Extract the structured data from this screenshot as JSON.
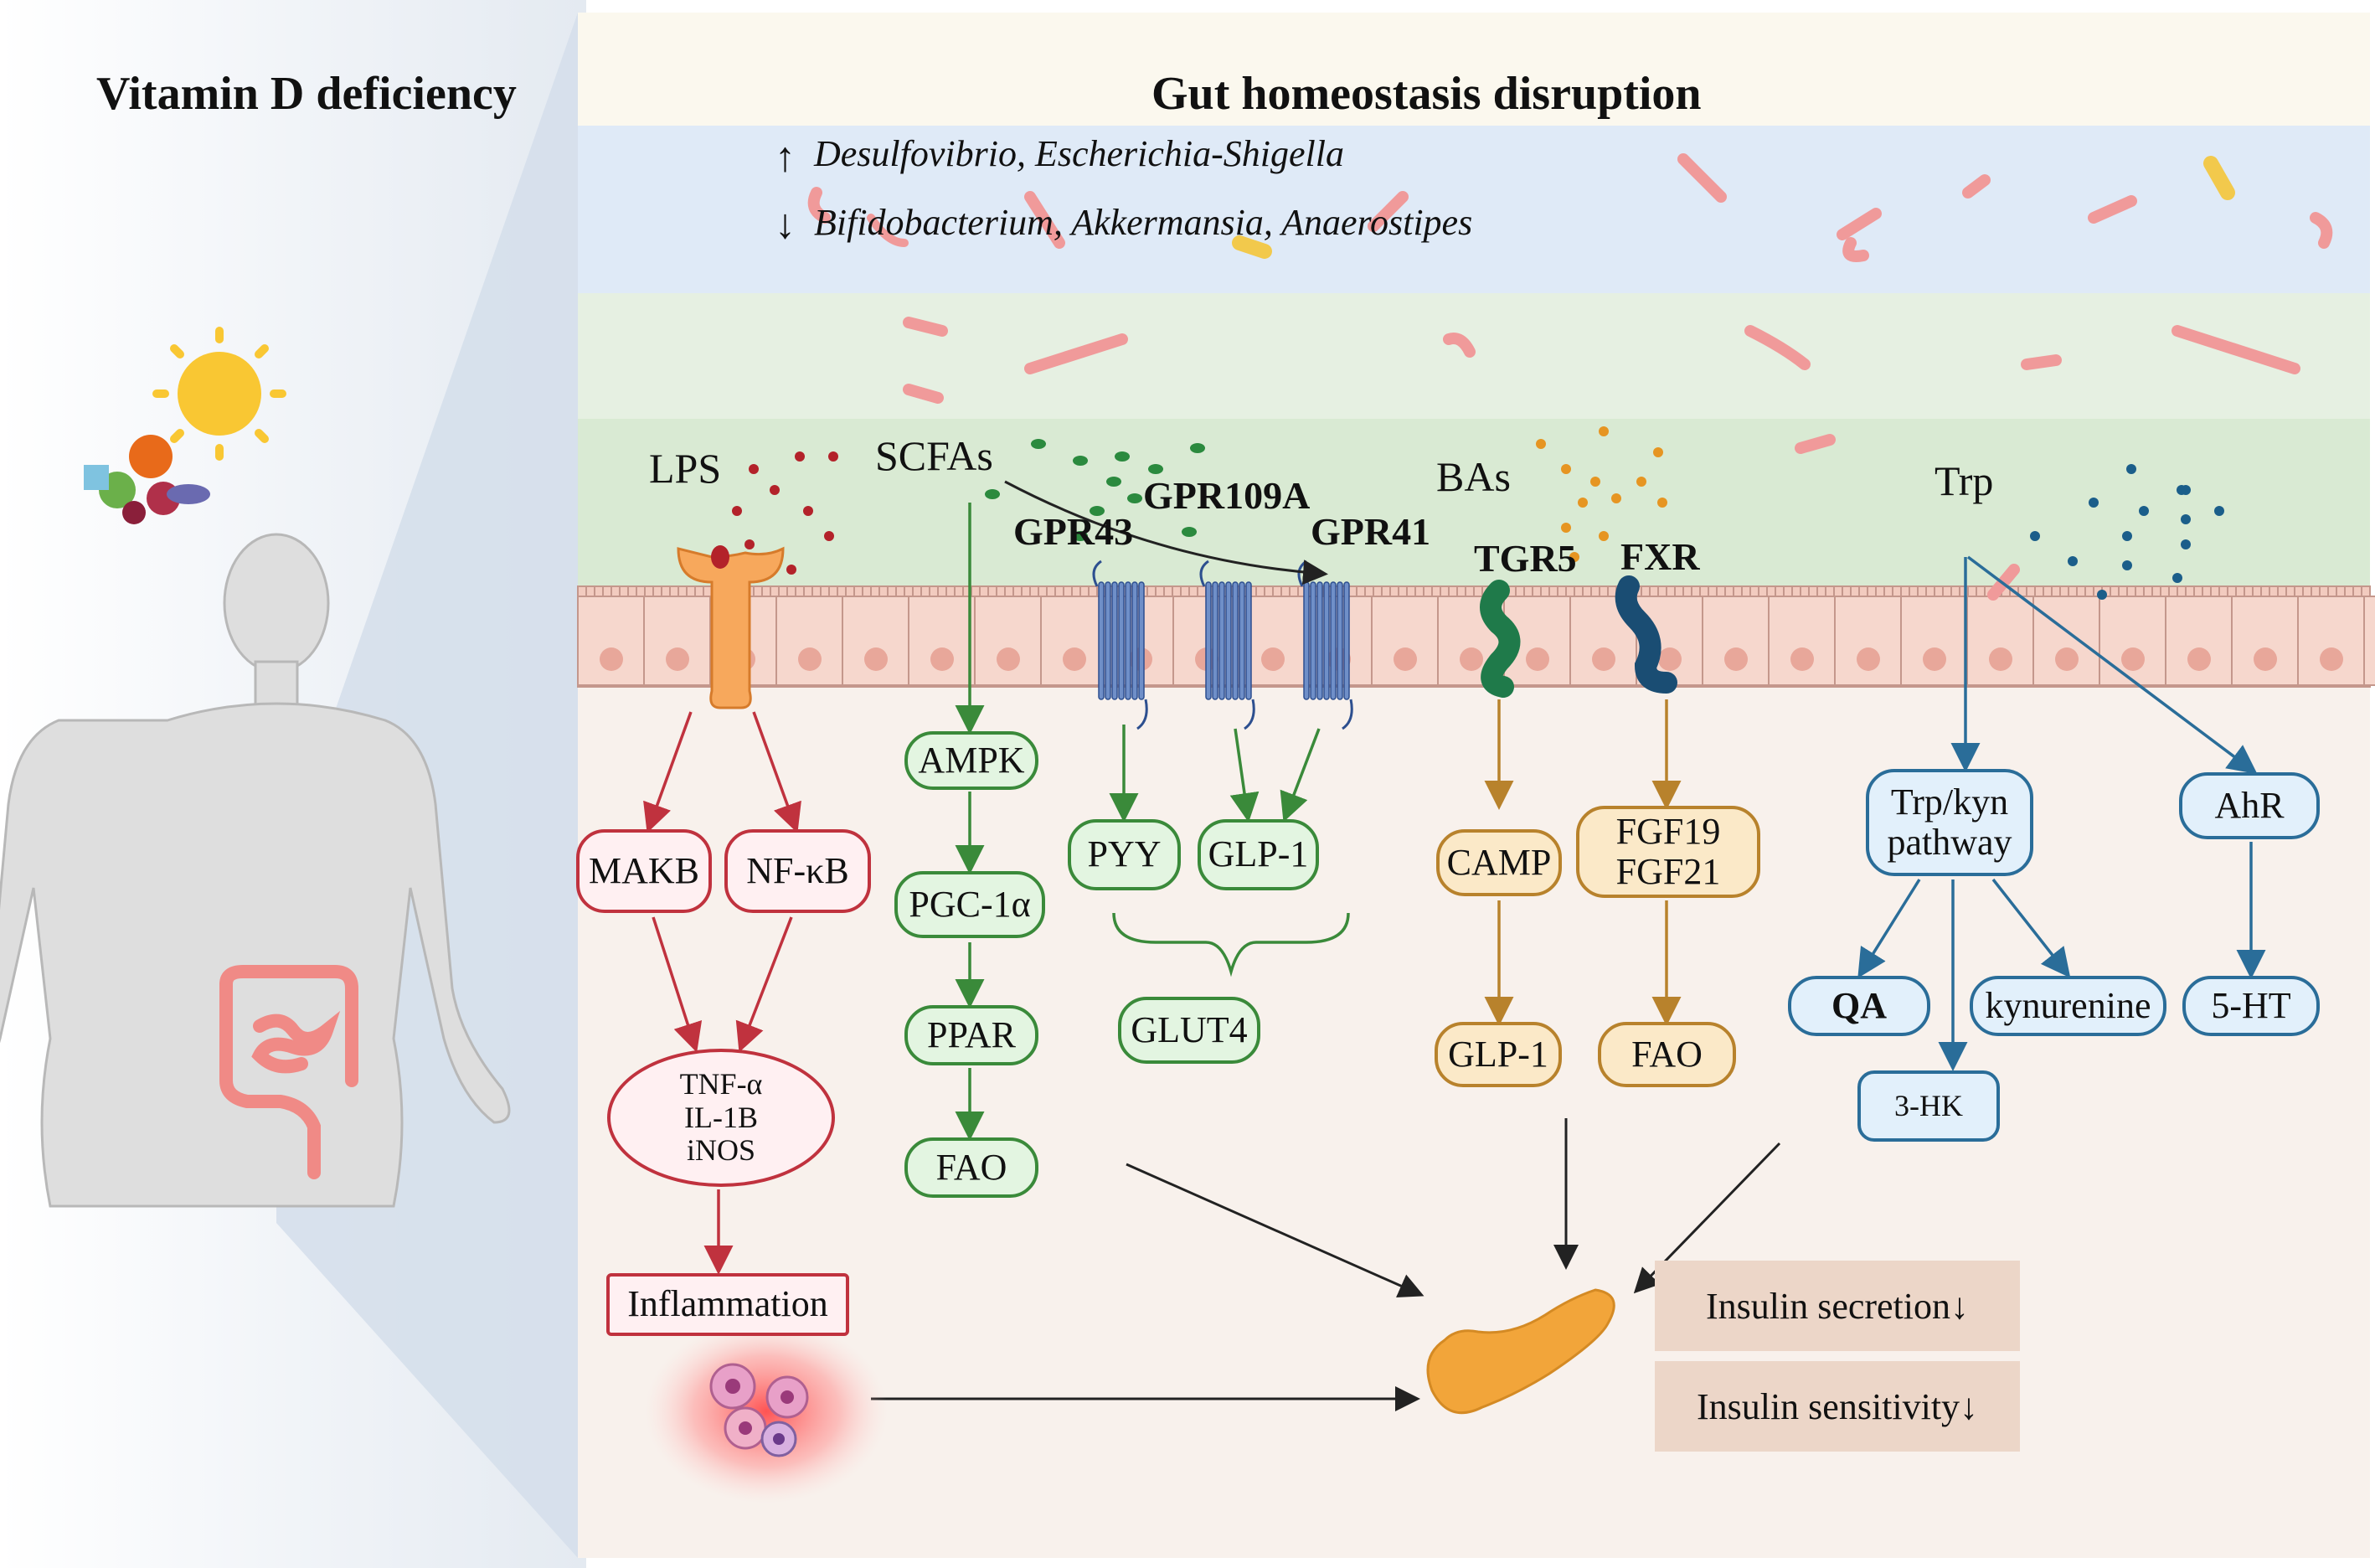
{
  "left_panel": {
    "title": "Vitamin D deficiency"
  },
  "main": {
    "title": "Gut  homeostasis disruption"
  },
  "microbiota": {
    "increased_arrow": "↑",
    "increased": "Desulfovibrio,  Escherichia-Shigella",
    "decreased_arrow": "↓",
    "decreased": "Bifidobacterium, Akkermansia, Anaerostipes"
  },
  "metabolites": {
    "lps": "LPS",
    "scfas": "SCFAs",
    "bas": "BAs",
    "trp": "Trp"
  },
  "receptors": {
    "gpr43": "GPR43",
    "gpr109a": "GPR109A",
    "gpr41": "GPR41",
    "tgr5": "TGR5",
    "fxr": "FXR"
  },
  "nodes": {
    "makb": "MAKB",
    "nfkb": "NF-κB",
    "cytokines": "TNF-α\nIL-1B\niNOS",
    "inflammation": "Inflammation",
    "ampk": "AMPK",
    "pgc1a": "PGC-1α",
    "ppar": "PPAR",
    "fao_scfa": "FAO",
    "pyy": "PYY",
    "glp1_scfa": "GLP-1",
    "glut4": "GLUT4",
    "camp": "CAMP",
    "glp1_ba": "GLP-1",
    "fgf": "FGF19\nFGF21",
    "fao_ba": "FAO",
    "trpkyn": "Trp/kyn\npathway",
    "qa": "QA",
    "hk3": "3-HK",
    "kynurenine": "kynurenine",
    "ahr": "AhR",
    "ht5": "5-HT"
  },
  "outcomes": {
    "secretion": "Insulin secretion↓",
    "sensitivity": "Insulin sensitivity↓"
  },
  "colors": {
    "red": "#c0323e",
    "green": "#3a8a3a",
    "orange": "#b8822c",
    "blue": "#2a6d99",
    "lumen_blue": "#dfeaf7",
    "mucus_green": "#e3efdf",
    "tissue": "#f8f1ec",
    "header": "#fbf8ee"
  },
  "icons": [
    "sun-icon",
    "vegetables-icon",
    "human-body-icon",
    "intestine-icon",
    "bacteria-icon",
    "receptor-icon",
    "immune-cells-icon",
    "pancreas-icon"
  ]
}
